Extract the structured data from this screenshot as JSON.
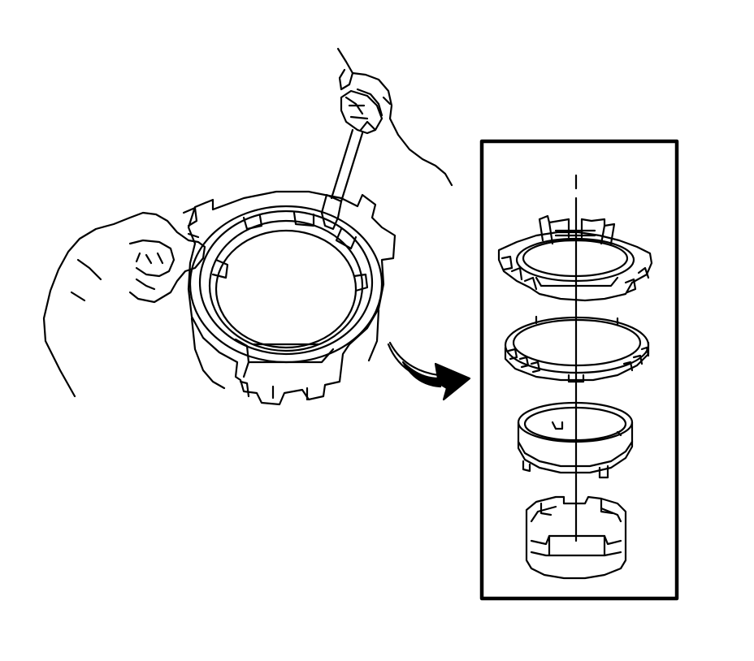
{
  "figure": {
    "background": "#ffffff",
    "line_color": "#000000",
    "has_text": false
  },
  "main_view": {
    "components": [
      "hand-left-icon",
      "hand-right-icon",
      "screwdriver-icon",
      "synchronizer-assembly-icon"
    ]
  },
  "callout_arrow": {
    "icon": "curved-arrow-icon"
  },
  "exploded_view": {
    "parts": [
      {
        "name": "outer-cone-ring",
        "icon": "ring-with-tabs-icon"
      },
      {
        "name": "blocker-ring",
        "icon": "toothed-ring-icon"
      },
      {
        "name": "inner-cone",
        "icon": "cone-ring-icon"
      },
      {
        "name": "inner-ring",
        "icon": "slotted-ring-icon"
      }
    ]
  }
}
